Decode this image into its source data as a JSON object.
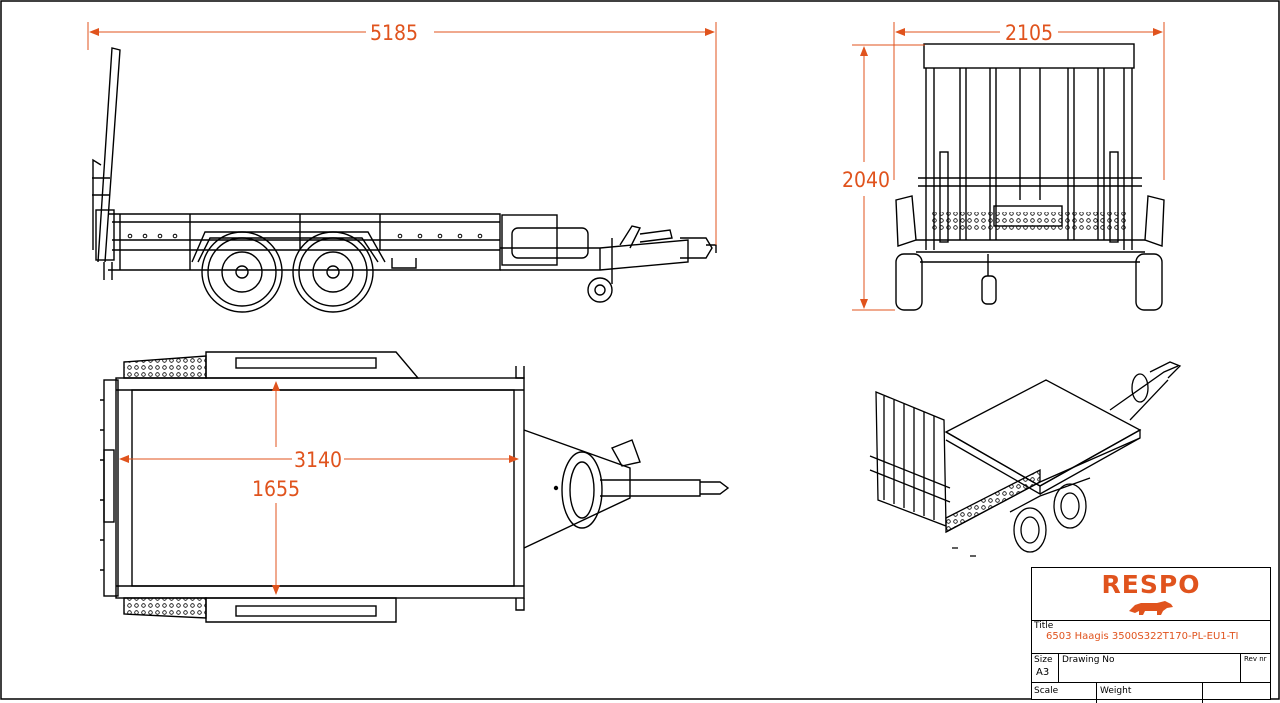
{
  "dimensions": {
    "overall_length": "5185",
    "overall_width": "2105",
    "overall_height": "2040",
    "deck_length": "3140",
    "deck_width": "1655"
  },
  "title_block": {
    "brand": "RESPO",
    "title_label": "Title",
    "title_value": "6503 Haagis 3500S322T170-PL-EU1-TI",
    "size_label": "Size",
    "size_value": "A3",
    "drawing_no_label": "Drawing No",
    "rev_label": "Rev nr",
    "scale_label": "Scale",
    "weight_label": "Weight"
  },
  "colors": {
    "accent": "#e0531d",
    "line": "#000000"
  }
}
